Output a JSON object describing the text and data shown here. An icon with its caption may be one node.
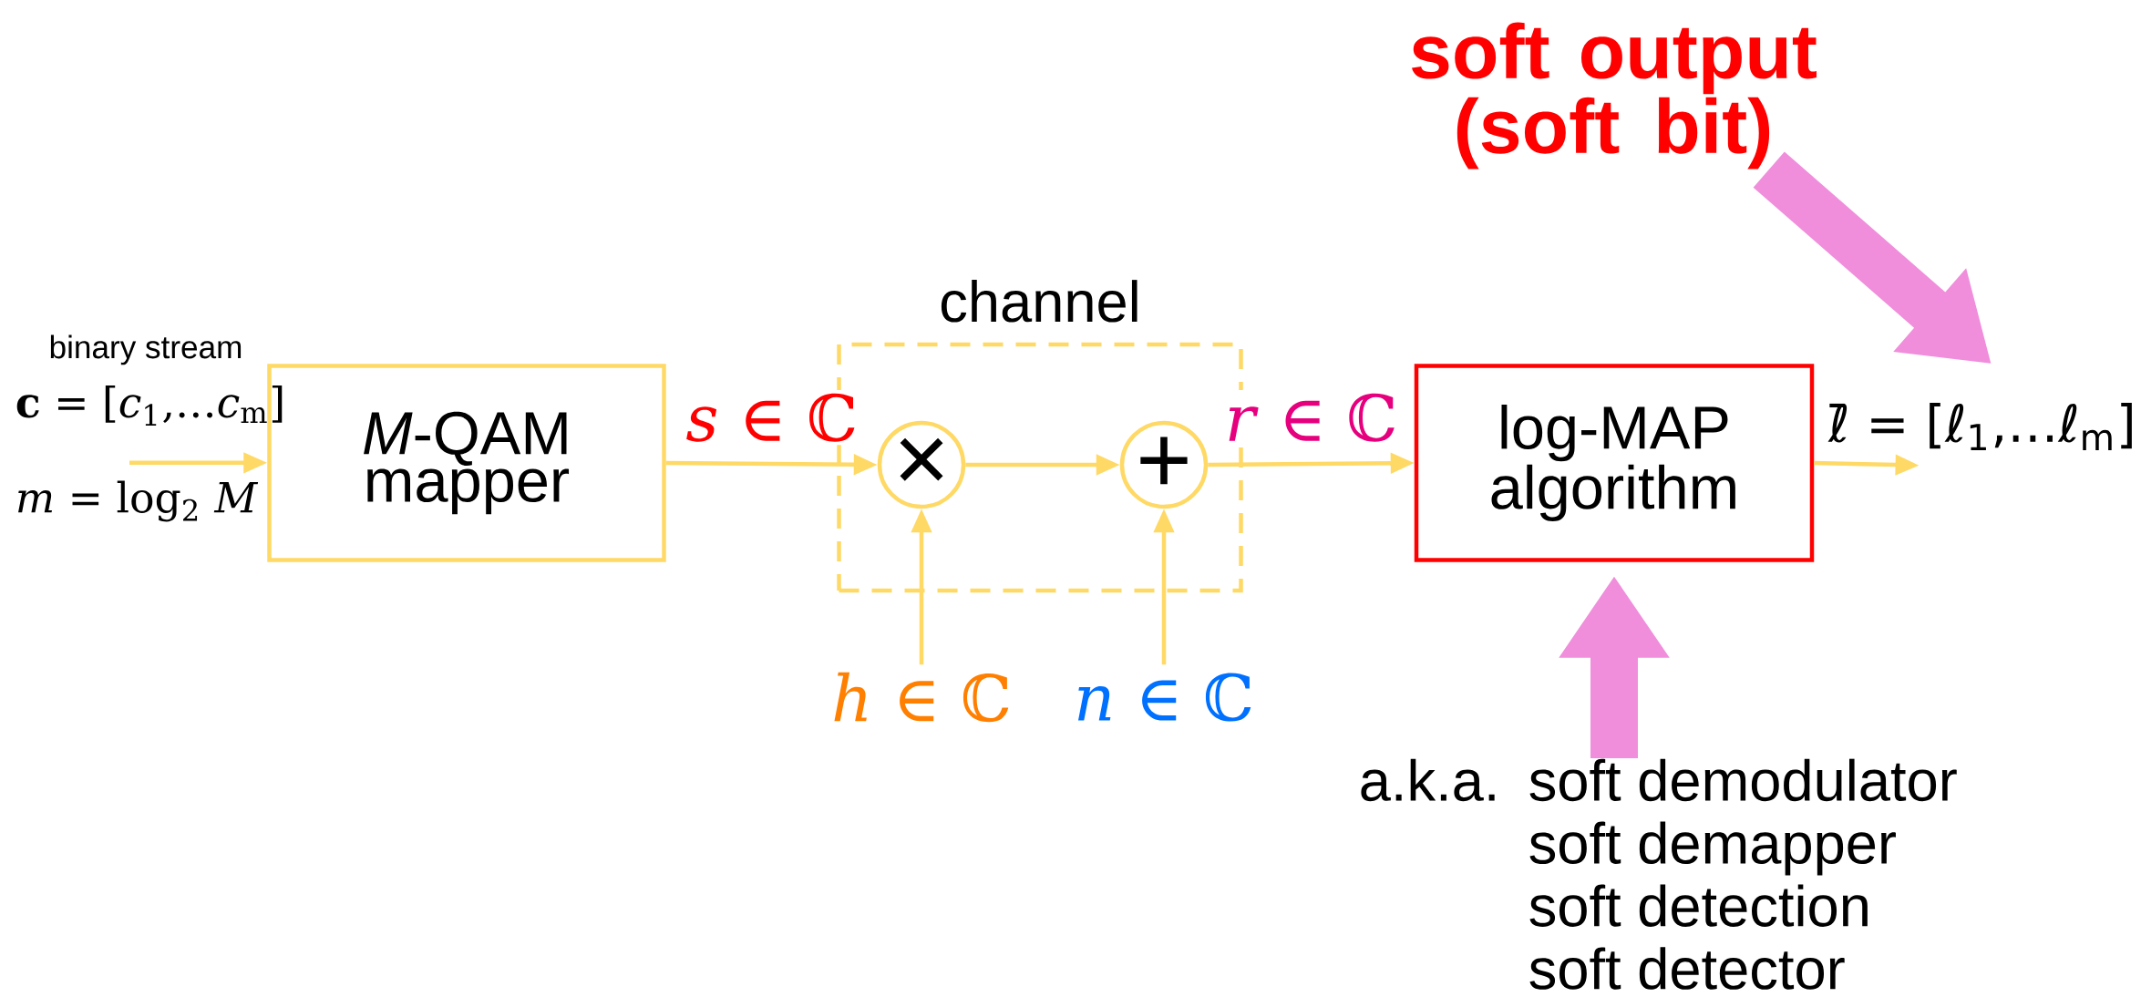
{
  "diagram": {
    "nodes": [
      {
        "text": [
          "soft output (soft bit)"
        ]
      },
      {
        "text": [
          "*M*-QAM mapper"
        ]
      },
      {
        "text": [
          "channel"
        ]
      },
      {
        "text": [
          "×"
        ],
        "in": 2
      },
      {
        "text": [
          "+"
        ],
        "in": 2
      },
      {
        "text": [
          "log-MAP algorithm"
        ]
      },
      {
        "text": [
          "ℓ̄ = [ℓ$_{1}$,…ℓ$_{m}$]"
        ]
      },
      {
        "text": [
          "*h* ∈ ℂ"
        ]
      },
      {
        "text": [
          "*n* ∈ ℂ"
        ]
      },
      {
        "text": [
          "a.k.a.",
          "soft demodulator",
          "soft demapper",
          "soft detection",
          "soft detector"
        ]
      },
      {
        "text": [
          "*m* = log$_{2}$ *M*"
        ]
      }
    ],
    "edges": [
      {
        "from": 10,
        "to": 1,
        "arrow": "to"
      },
      {
        "from": 1,
        "to": 3,
        "arrow": "to",
        "label": "*s* ∈ ℂ"
      },
      {
        "from": 3,
        "to": 4,
        "arrow": "to"
      },
      {
        "from": 4,
        "to": 5,
        "arrow": "to",
        "label": "*r* ∈ ℂ"
      },
      {
        "from": 5,
        "to": 6,
        "arrow": "to"
      },
      {
        "from": 7,
        "to": 3,
        "arrow": "to"
      },
      {
        "from": 8,
        "to": 4,
        "arrow": "to"
      },
      {
        "from": 0,
        "to": 6,
        "arrow": "to",
        "style": "thick",
        "color": "#f08edc"
      },
      {
        "from": 9,
        "to": 5,
        "arrow": "to",
        "style": "thick",
        "color": "#f08edc"
      }
    ],
    "labels": [
      "binary stream",
      "**c** = [*c*$_{1}$,…*c*$_{m}$]"
    ]
  }
}
